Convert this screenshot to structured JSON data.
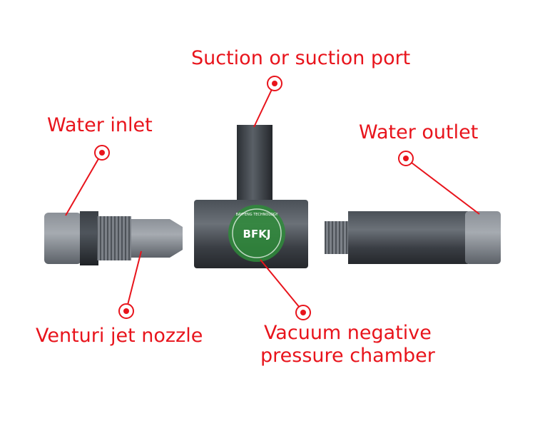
{
  "labels": {
    "suction": "Suction or suction port",
    "inlet": "Water inlet",
    "outlet": "Water outlet",
    "nozzle": "Venturi jet nozzle",
    "vacuum_line1": "Vacuum negative",
    "vacuum_line2": "pressure chamber"
  },
  "logo": {
    "text": "BFKJ",
    "arc_text": "BAYFENG TECHNOLOGY"
  },
  "colors": {
    "label_red": "#e8141c",
    "pipe_gray": "#6b7178",
    "pipe_dark": "#30343a",
    "logo_green": "#2e8b3a"
  }
}
